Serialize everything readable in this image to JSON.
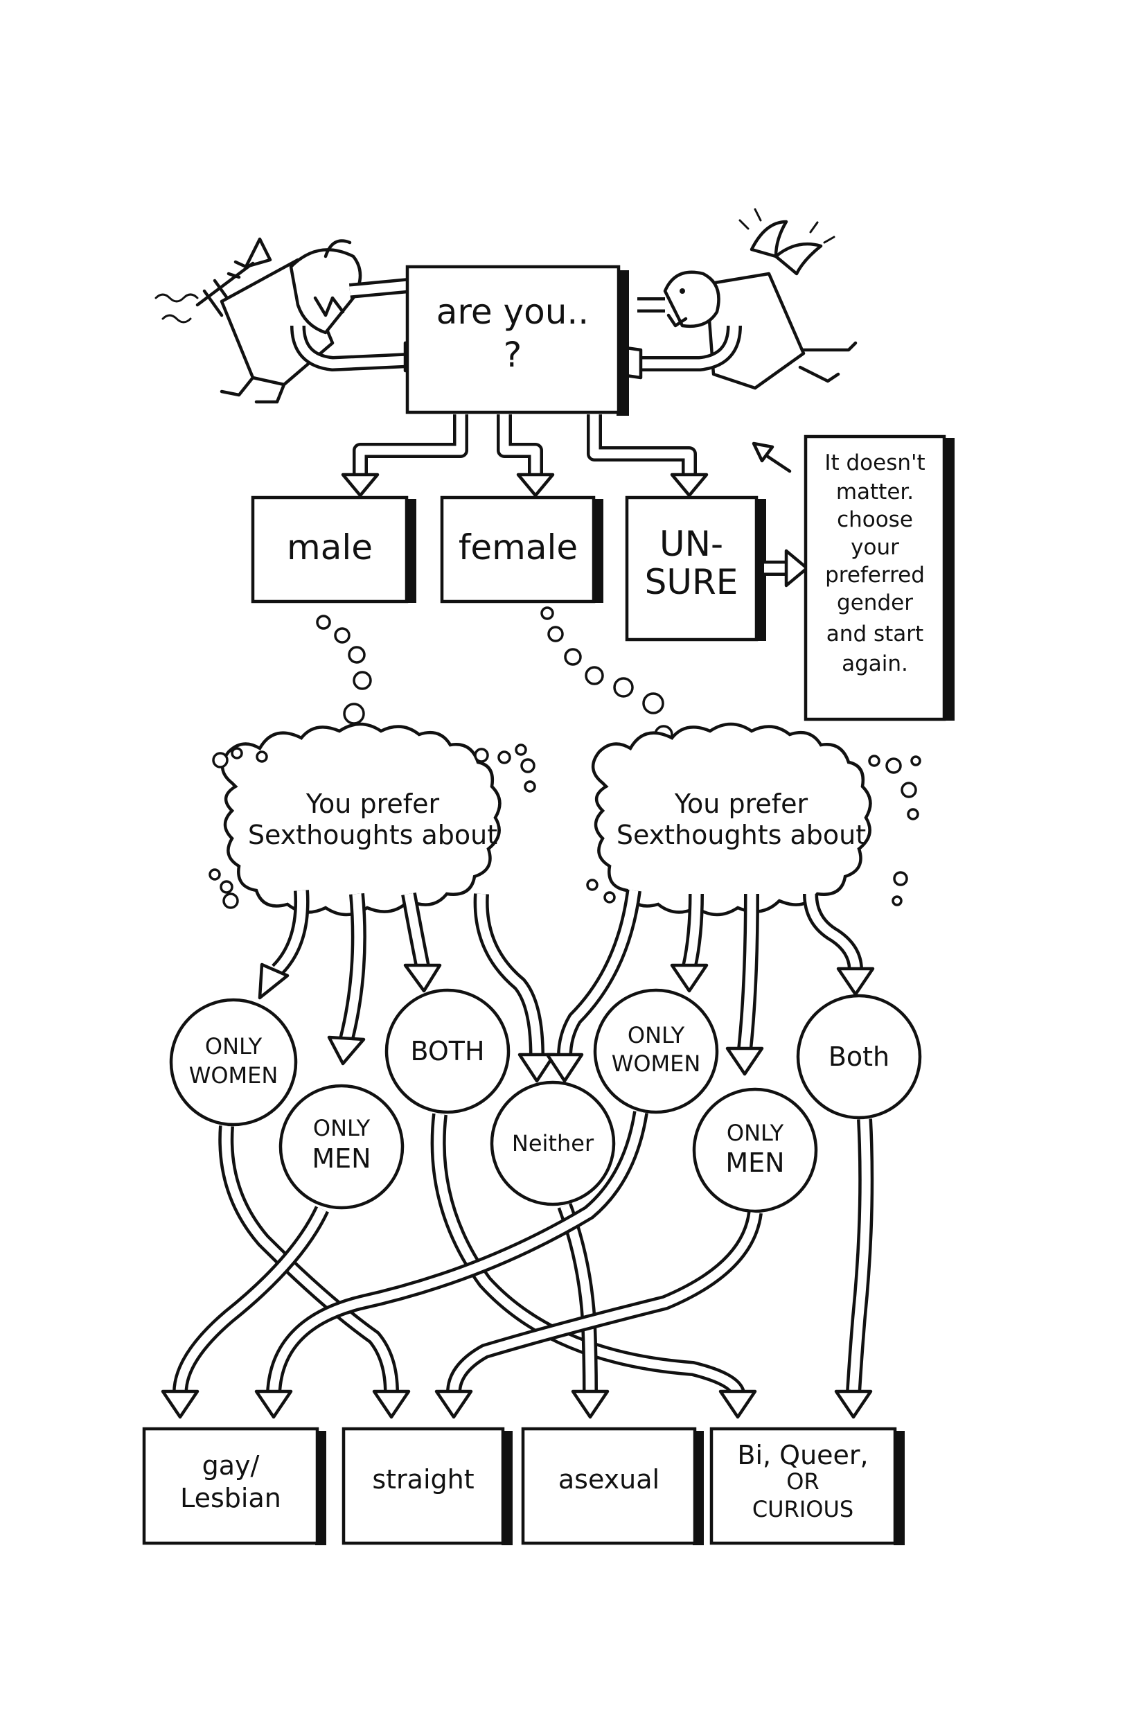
{
  "question": {
    "line1": "are you..",
    "line2": "?"
  },
  "genders": {
    "male": "male",
    "female": "female",
    "unsure_line1": "UN-",
    "unsure_line2": "SURE"
  },
  "note": [
    "It doesn't",
    "matter.",
    "choose",
    "your",
    "preferred",
    "gender",
    "and start",
    "again."
  ],
  "clouds": {
    "left": {
      "line1": "You prefer",
      "line2": "Sexthoughts about"
    },
    "right": {
      "line1": "You prefer",
      "line2": "Sexthoughts about"
    }
  },
  "options": {
    "only_women_1": [
      "ONLY",
      "WOMEN"
    ],
    "only_men_1": [
      "ONLY",
      "MEN"
    ],
    "both_1": "BOTH",
    "neither": "Neither",
    "only_women_2": [
      "ONLY",
      "WOMEN"
    ],
    "only_men_2": [
      "ONLY",
      "MEN"
    ],
    "both_2": "Both"
  },
  "outcomes": {
    "gay": [
      "gay/",
      "Lesbian"
    ],
    "straight": "straight",
    "asexual": "asexual",
    "bi": [
      "Bi, Queer,",
      "OR",
      "CURIOUS"
    ]
  },
  "icons": [
    "devil-figure-icon",
    "angel-figure-icon"
  ]
}
